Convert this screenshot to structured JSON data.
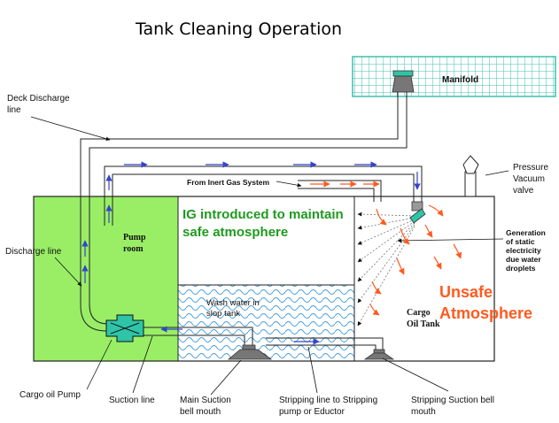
{
  "title": "Tank Cleaning Operation",
  "labels": {
    "manifold": "Manifold",
    "deck_discharge_line_1": "Deck Discharge",
    "deck_discharge_line_2": "line",
    "pressure_vacuum_valve_1": "Pressure",
    "pressure_vacuum_valve_2": "Vacuum",
    "pressure_vacuum_valve_3": "valve",
    "from_inert_gas_system": "From Inert Gas System",
    "ig_introduced": "IG introduced to maintain safe atmosphere",
    "pump_room_1": "Pump",
    "pump_room_2": "room",
    "discharge_line": "Discharge  line",
    "generation_static_1": "Generation",
    "generation_static_2": "of static",
    "generation_static_3": "electricity",
    "generation_static_4": "due water",
    "generation_static_5": "droplets",
    "unsafe_atmosphere": "Unsafe Atmosphere",
    "wash_water_1": "Wash water in",
    "wash_water_2": "slop tank",
    "cargo_oil_tank_1": "Cargo",
    "cargo_oil_tank_2": "Oil Tank",
    "cargo_oil_pump": "Cargo oil Pump",
    "suction_line": "Suction line",
    "main_suction_1": "Main Suction",
    "main_suction_2": "bell mouth",
    "stripping_line_1": "Stripping line to Stripping",
    "stripping_line_2": "pump or Eductor",
    "stripping_suction_1": "Stripping Suction bell",
    "stripping_suction_2": "mouth"
  },
  "colors": {
    "pump_room": "#99ee66",
    "tank_outline": "#222222",
    "wash_water_pattern": "#4a9fd8",
    "manifold_grid": "#3fbfae",
    "flow_arrow": "#3344cc",
    "spray_arrow": "#ff5a1f",
    "ig_text": "#1f9a1f",
    "unsafe_text": "#ff5a1f",
    "pump": "#2ec4a8",
    "bell_mouth": "#777777"
  },
  "icons": {
    "pump": "cargo-pump-icon",
    "bell_mouth": "bell-mouth-icon",
    "manifold_valve": "manifold-valve-icon",
    "pv_valve": "pv-valve-icon",
    "tank_cleaning_nozzle": "nozzle-icon"
  }
}
